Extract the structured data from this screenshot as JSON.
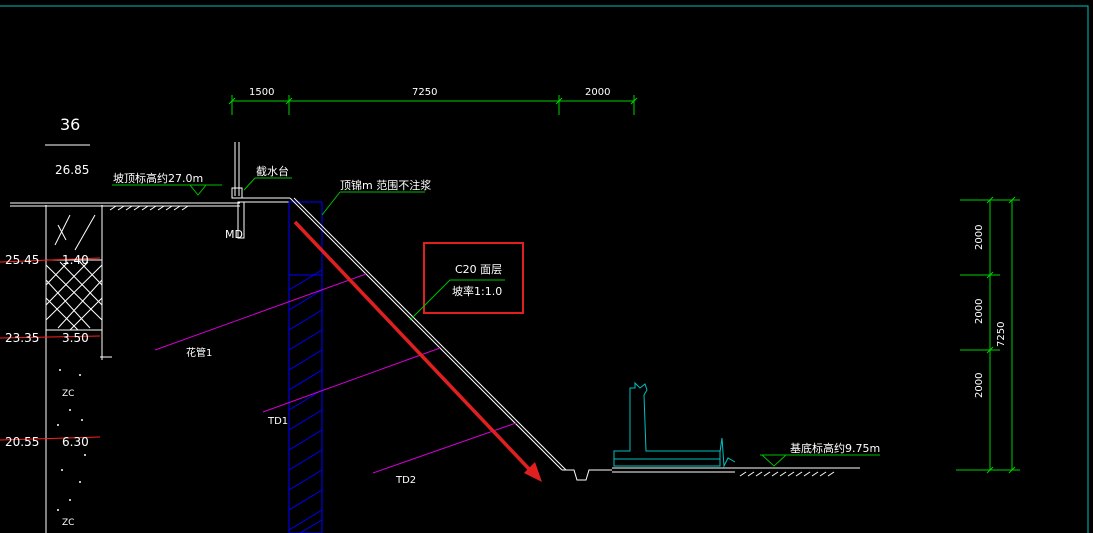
{
  "drawing": {
    "colors": {
      "background": "#000000",
      "frame": "#00c0c0",
      "dimension": "#00d000",
      "anchor": "#d000d0",
      "pile": "#0000ff",
      "soil_boundary": "#ff2020",
      "highlight": "#e02020",
      "text": "#ffffff",
      "leader": "#00c000"
    },
    "top_dims": [
      "1500",
      "7250",
      "2000"
    ],
    "right_dims": {
      "segments": [
        "2000",
        "2000",
        "2000"
      ],
      "total": "7250"
    },
    "borehole": {
      "number": "36",
      "elevation": "26.85"
    },
    "strata": [
      {
        "elev": "25.45",
        "depth": "1.40"
      },
      {
        "elev": "23.35",
        "depth": "3.50"
      },
      {
        "elev": "20.55",
        "depth": "6.30"
      }
    ],
    "zc_labels": [
      "ZC",
      "ZC"
    ],
    "labels": {
      "top_elevation": "坡顶标高约27.0m",
      "water_stop": "截水台",
      "top_note": "顶锦m  范围不注浆",
      "md": "MD",
      "face_layer": "C20  面层",
      "slope_ratio": "坡率1:1.0",
      "anchor_1": "花管1",
      "anchor_td1": "TD1",
      "anchor_td2": "TD2",
      "base_elevation": "基底标高约9.75m"
    }
  }
}
